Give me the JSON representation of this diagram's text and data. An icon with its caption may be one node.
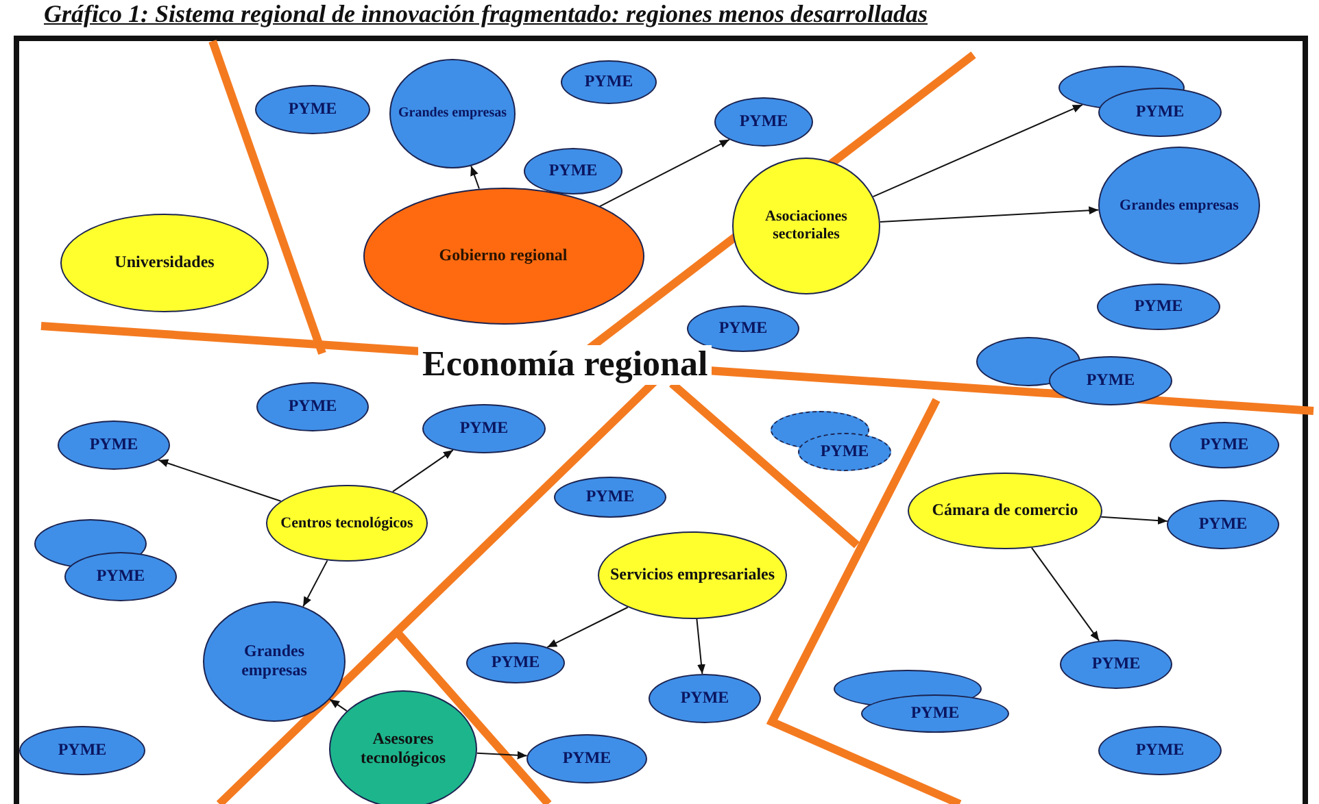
{
  "diagram": {
    "title": "Gráfico 1: Sistema regional de innovación fragmentado: regiones menos desarrolladas",
    "nodes": [
      {
        "text": [
          "PYME"
        ]
      },
      {
        "text": [
          "Grandes empresas"
        ]
      },
      {
        "text": [
          "PYME"
        ]
      },
      {
        "text": [
          "PYME"
        ]
      },
      {
        "text": [
          "PYME"
        ]
      },
      {
        "text": [],
        "shape": "ellipse"
      },
      {
        "text": [
          "PYME"
        ]
      },
      {
        "text": [
          "Gobierno regional"
        ]
      },
      {
        "text": [
          "Asociaciones sectoriales"
        ]
      },
      {
        "text": [
          "Grandes empresas"
        ]
      },
      {
        "text": [
          "Universidades"
        ]
      },
      {
        "text": [
          "PYME"
        ]
      },
      {
        "text": [
          "PYME"
        ]
      },
      {
        "text": [],
        "shape": "ellipse"
      },
      {
        "text": [
          "PYME"
        ]
      },
      {
        "text": [
          "PYME"
        ]
      },
      {
        "text": [
          "PYME"
        ]
      },
      {
        "text": [
          "PYME"
        ]
      },
      {
        "text": [],
        "shape": "ellipse"
      },
      {
        "text": [
          "PYME"
        ]
      },
      {
        "text": [
          "PYME"
        ]
      },
      {
        "text": [
          "PYME"
        ]
      },
      {
        "text": [
          "Centros tecnológicos"
        ]
      },
      {
        "text": [
          "Cámara de comercio"
        ]
      },
      {
        "text": [
          "PYME"
        ]
      },
      {
        "text": [],
        "shape": "ellipse"
      },
      {
        "text": [
          "PYME"
        ]
      },
      {
        "text": [
          "Servicios empresariales"
        ]
      },
      {
        "text": [
          "Grandes empresas"
        ]
      },
      {
        "text": [
          "PYME"
        ]
      },
      {
        "text": [
          "PYME"
        ]
      },
      {
        "text": [
          "PYME"
        ]
      },
      {
        "text": [],
        "shape": "ellipse"
      },
      {
        "text": [
          "PYME"
        ]
      },
      {
        "text": [
          "PYME"
        ]
      },
      {
        "text": [
          "Asesores tecnológicos"
        ]
      },
      {
        "text": [
          "PYME"
        ]
      },
      {
        "text": [
          "PYME"
        ]
      }
    ],
    "edges": [
      {
        "from": 7,
        "to": 1,
        "arrow": "to"
      },
      {
        "from": 7,
        "to": 4,
        "arrow": "to"
      },
      {
        "from": 8,
        "to": 5,
        "arrow": "to"
      },
      {
        "from": 8,
        "to": 9,
        "arrow": "to"
      },
      {
        "from": 22,
        "to": 16,
        "arrow": "to"
      },
      {
        "from": 22,
        "to": 17,
        "arrow": "to"
      },
      {
        "from": 22,
        "to": 28,
        "arrow": "to"
      },
      {
        "from": 35,
        "to": 28,
        "arrow": "to"
      },
      {
        "from": 35,
        "to": 36,
        "arrow": "to"
      },
      {
        "from": 27,
        "to": 29,
        "arrow": "to"
      },
      {
        "from": 27,
        "to": 30,
        "arrow": "to"
      },
      {
        "from": 23,
        "to": 24,
        "arrow": "to"
      },
      {
        "from": 23,
        "to": 31,
        "arrow": "to"
      }
    ],
    "labels": [
      "Economía regional"
    ]
  }
}
